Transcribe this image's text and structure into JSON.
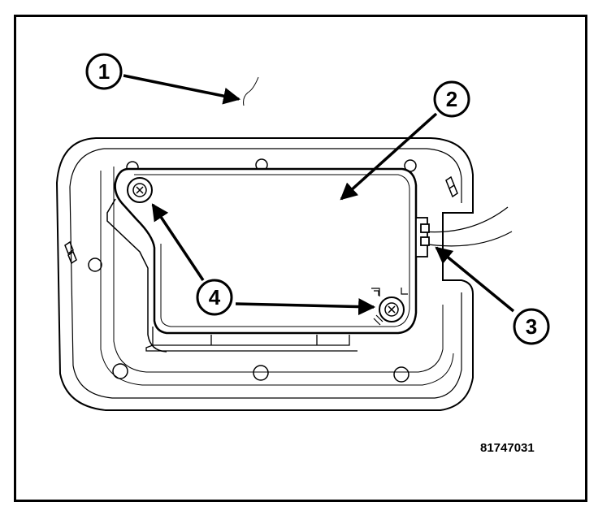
{
  "callouts": [
    {
      "id": "1",
      "label": "1"
    },
    {
      "id": "2",
      "label": "2"
    },
    {
      "id": "3",
      "label": "3"
    },
    {
      "id": "4",
      "label": "4"
    }
  ],
  "figure_id": "81747031",
  "colors": {
    "line": "#000000",
    "background": "#ffffff"
  }
}
